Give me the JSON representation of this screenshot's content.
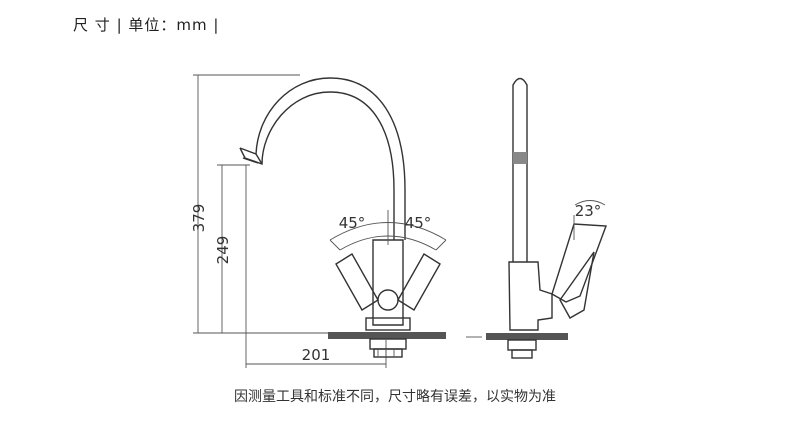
{
  "header": {
    "label": "尺 寸",
    "sep1": "|",
    "unit": "单位：mm",
    "sep2": "|"
  },
  "dimensions": {
    "height_total": "379",
    "height_spout": "249",
    "reach": "201",
    "angle_left": "45°",
    "angle_right": "45°",
    "angle_handle": "23°"
  },
  "caption": "因测量工具和标准不同，尺寸略有误差，以实物为准"
}
